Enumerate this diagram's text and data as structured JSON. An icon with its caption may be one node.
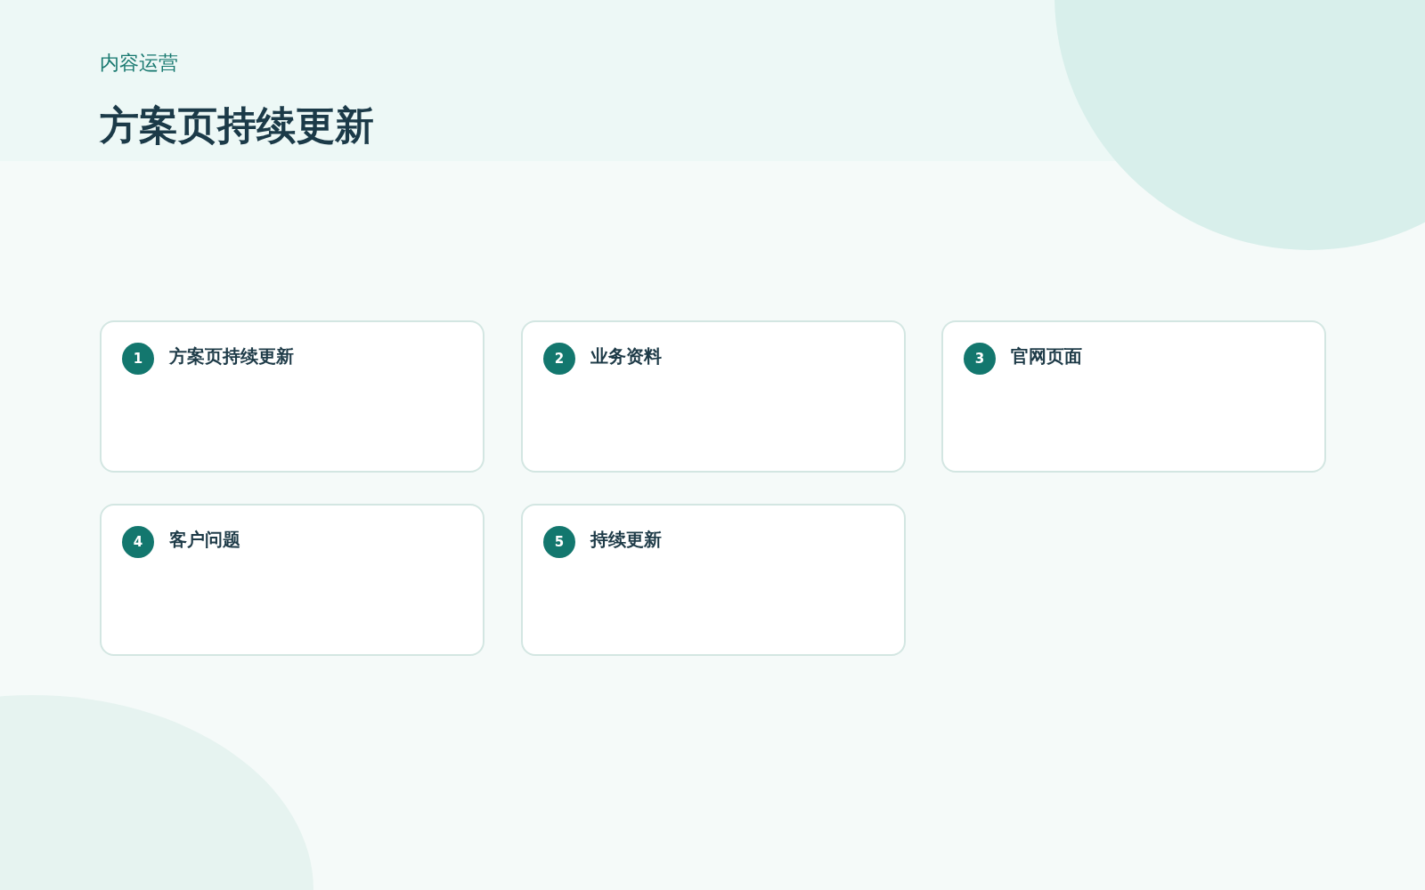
{
  "diagram": {
    "title": "方案页持续更新",
    "nodes": [
      {
        "text": [
          "方案页持续更新"
        ]
      },
      {
        "text": [
          "1"
        ],
        "in": 0
      },
      {
        "text": [
          "业务资料"
        ]
      },
      {
        "text": [
          "2"
        ],
        "in": 2
      },
      {
        "text": [
          "官网页面"
        ]
      },
      {
        "text": [
          "3"
        ],
        "in": 4
      },
      {
        "text": [
          "客户问题"
        ]
      },
      {
        "text": [
          "4"
        ],
        "in": 6
      },
      {
        "text": [
          "持续更新"
        ]
      },
      {
        "text": [
          "5"
        ],
        "in": 8
      }
    ],
    "labels": [
      "内容运营"
    ]
  }
}
